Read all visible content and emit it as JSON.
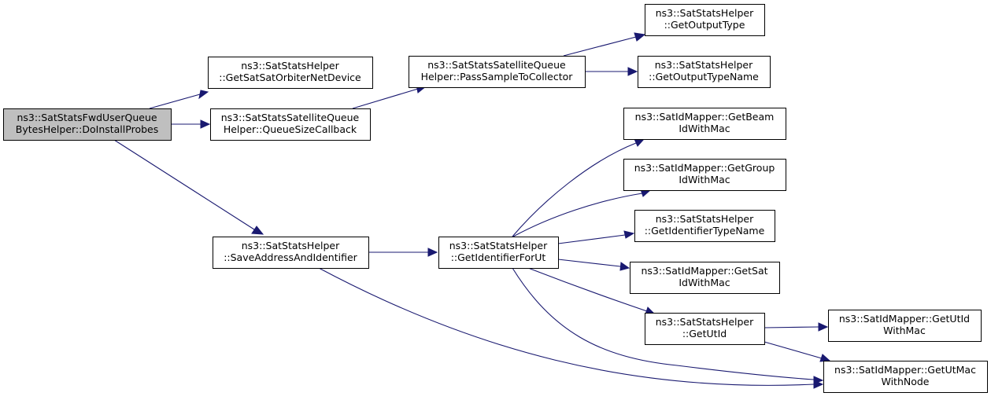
{
  "diagram": {
    "kind": "call-graph",
    "colors": {
      "edge": "#191970",
      "root_fill": "#bfbfbf",
      "node_fill": "#ffffff",
      "border": "#000000"
    },
    "nodes": [
      {
        "id": "root",
        "lines": [
          "ns3::SatStatsFwdUserQueue",
          "BytesHelper::DoInstallProbes"
        ],
        "root": true
      },
      {
        "id": "getSatOrbiter",
        "lines": [
          "ns3::SatStatsHelper",
          "::GetSatSatOrbiterNetDevice"
        ]
      },
      {
        "id": "queueSizeCb",
        "lines": [
          "ns3::SatStatsSatelliteQueue",
          "Helper::QueueSizeCallback"
        ]
      },
      {
        "id": "passSample",
        "lines": [
          "ns3::SatStatsSatelliteQueue",
          "Helper::PassSampleToCollector"
        ]
      },
      {
        "id": "getOutputType",
        "lines": [
          "ns3::SatStatsHelper",
          "::GetOutputType"
        ]
      },
      {
        "id": "getOutputTypeName",
        "lines": [
          "ns3::SatStatsHelper",
          "::GetOutputTypeName"
        ]
      },
      {
        "id": "saveAddr",
        "lines": [
          "ns3::SatStatsHelper",
          "::SaveAddressAndIdentifier"
        ]
      },
      {
        "id": "getIdForUt",
        "lines": [
          "ns3::SatStatsHelper",
          "::GetIdentifierForUt"
        ]
      },
      {
        "id": "getBeam",
        "lines": [
          "ns3::SatIdMapper::GetBeam",
          "IdWithMac"
        ]
      },
      {
        "id": "getGroup",
        "lines": [
          "ns3::SatIdMapper::GetGroup",
          "IdWithMac"
        ]
      },
      {
        "id": "getIdTypeName",
        "lines": [
          "ns3::SatStatsHelper",
          "::GetIdentifierTypeName"
        ]
      },
      {
        "id": "getSat",
        "lines": [
          "ns3::SatIdMapper::GetSat",
          "IdWithMac"
        ]
      },
      {
        "id": "getUtId",
        "lines": [
          "ns3::SatStatsHelper",
          "::GetUtId"
        ]
      },
      {
        "id": "getUtIdWithMac",
        "lines": [
          "ns3::SatIdMapper::GetUtId",
          "WithMac"
        ]
      },
      {
        "id": "getUtMac",
        "lines": [
          "ns3::SatIdMapper::GetUtMac",
          "WithNode"
        ]
      }
    ],
    "edges": [
      {
        "from": "root",
        "to": "getSatOrbiter"
      },
      {
        "from": "root",
        "to": "queueSizeCb"
      },
      {
        "from": "root",
        "to": "saveAddr"
      },
      {
        "from": "queueSizeCb",
        "to": "passSample"
      },
      {
        "from": "passSample",
        "to": "getOutputType"
      },
      {
        "from": "passSample",
        "to": "getOutputTypeName"
      },
      {
        "from": "saveAddr",
        "to": "getIdForUt"
      },
      {
        "from": "saveAddr",
        "to": "getUtMac"
      },
      {
        "from": "getIdForUt",
        "to": "getBeam"
      },
      {
        "from": "getIdForUt",
        "to": "getGroup"
      },
      {
        "from": "getIdForUt",
        "to": "getIdTypeName"
      },
      {
        "from": "getIdForUt",
        "to": "getSat"
      },
      {
        "from": "getIdForUt",
        "to": "getUtId"
      },
      {
        "from": "getIdForUt",
        "to": "getUtMac"
      },
      {
        "from": "getUtId",
        "to": "getUtIdWithMac"
      },
      {
        "from": "getUtId",
        "to": "getUtMac"
      }
    ]
  }
}
